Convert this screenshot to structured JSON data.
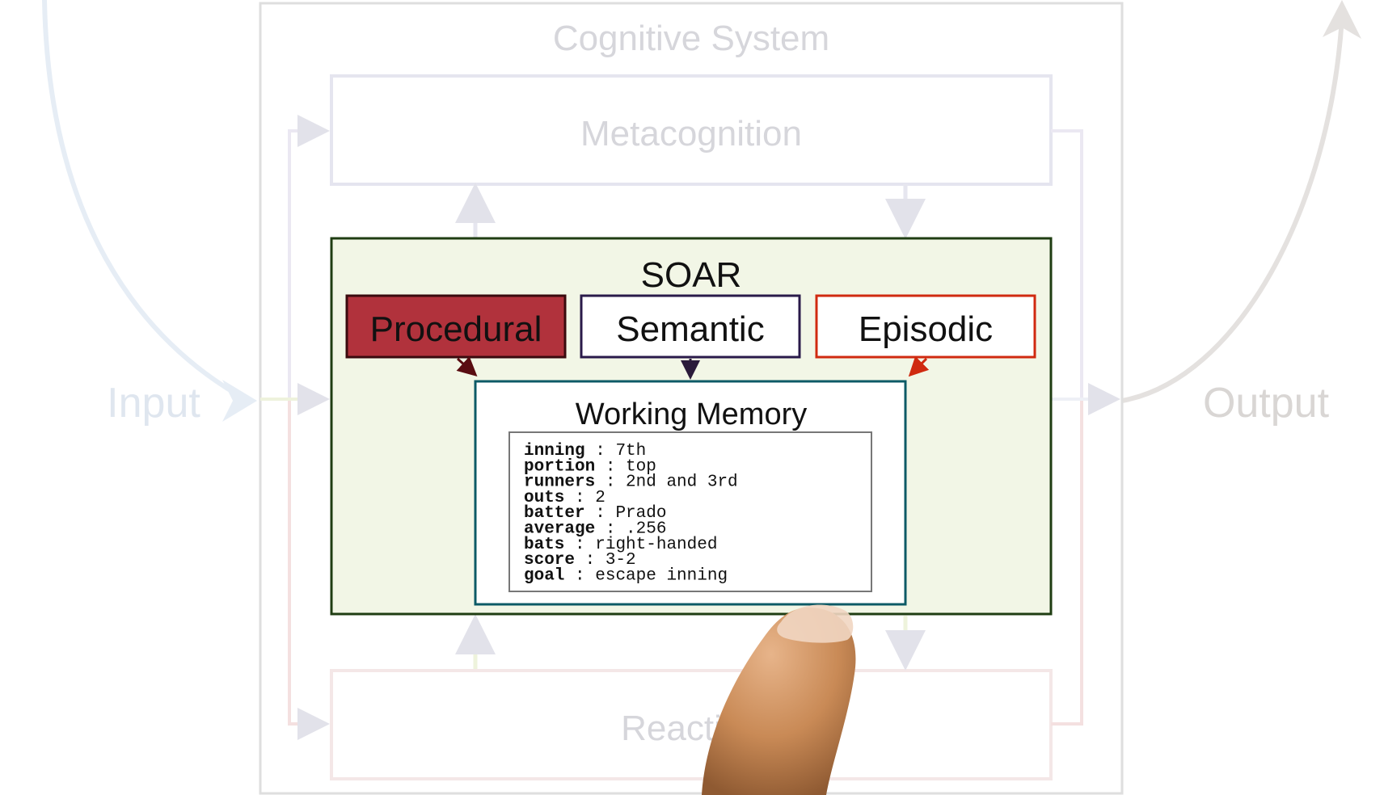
{
  "outer_title": "Cognitive System",
  "metacognition_label": "Metacognition",
  "reaction_label": "Reaction",
  "input_label": "Input",
  "output_label": "Output",
  "soar": {
    "title": "SOAR",
    "modules": {
      "procedural": "Procedural",
      "semantic": "Semantic",
      "episodic": "Episodic"
    },
    "working_memory": {
      "title": "Working Memory",
      "entries": [
        {
          "key": "inning",
          "value": "7th"
        },
        {
          "key": "portion",
          "value": "top"
        },
        {
          "key": "runners",
          "value": "2nd and 3rd"
        },
        {
          "key": "outs",
          "value": "2"
        },
        {
          "key": "batter",
          "value": "Prado"
        },
        {
          "key": "average",
          "value": ".256"
        },
        {
          "key": "bats",
          "value": "right-handed"
        },
        {
          "key": "score",
          "value": "3-2"
        },
        {
          "key": "goal",
          "value": "escape inning"
        }
      ]
    }
  },
  "colors": {
    "soar_fill": "#f2f6e6",
    "soar_border": "#1f3d12",
    "procedural_fill": "#b1323c",
    "procedural_border": "#3a0a0e",
    "semantic_border": "#2a1a4a",
    "episodic_border": "#d02a10",
    "working_memory_border": "#0d5a66"
  }
}
